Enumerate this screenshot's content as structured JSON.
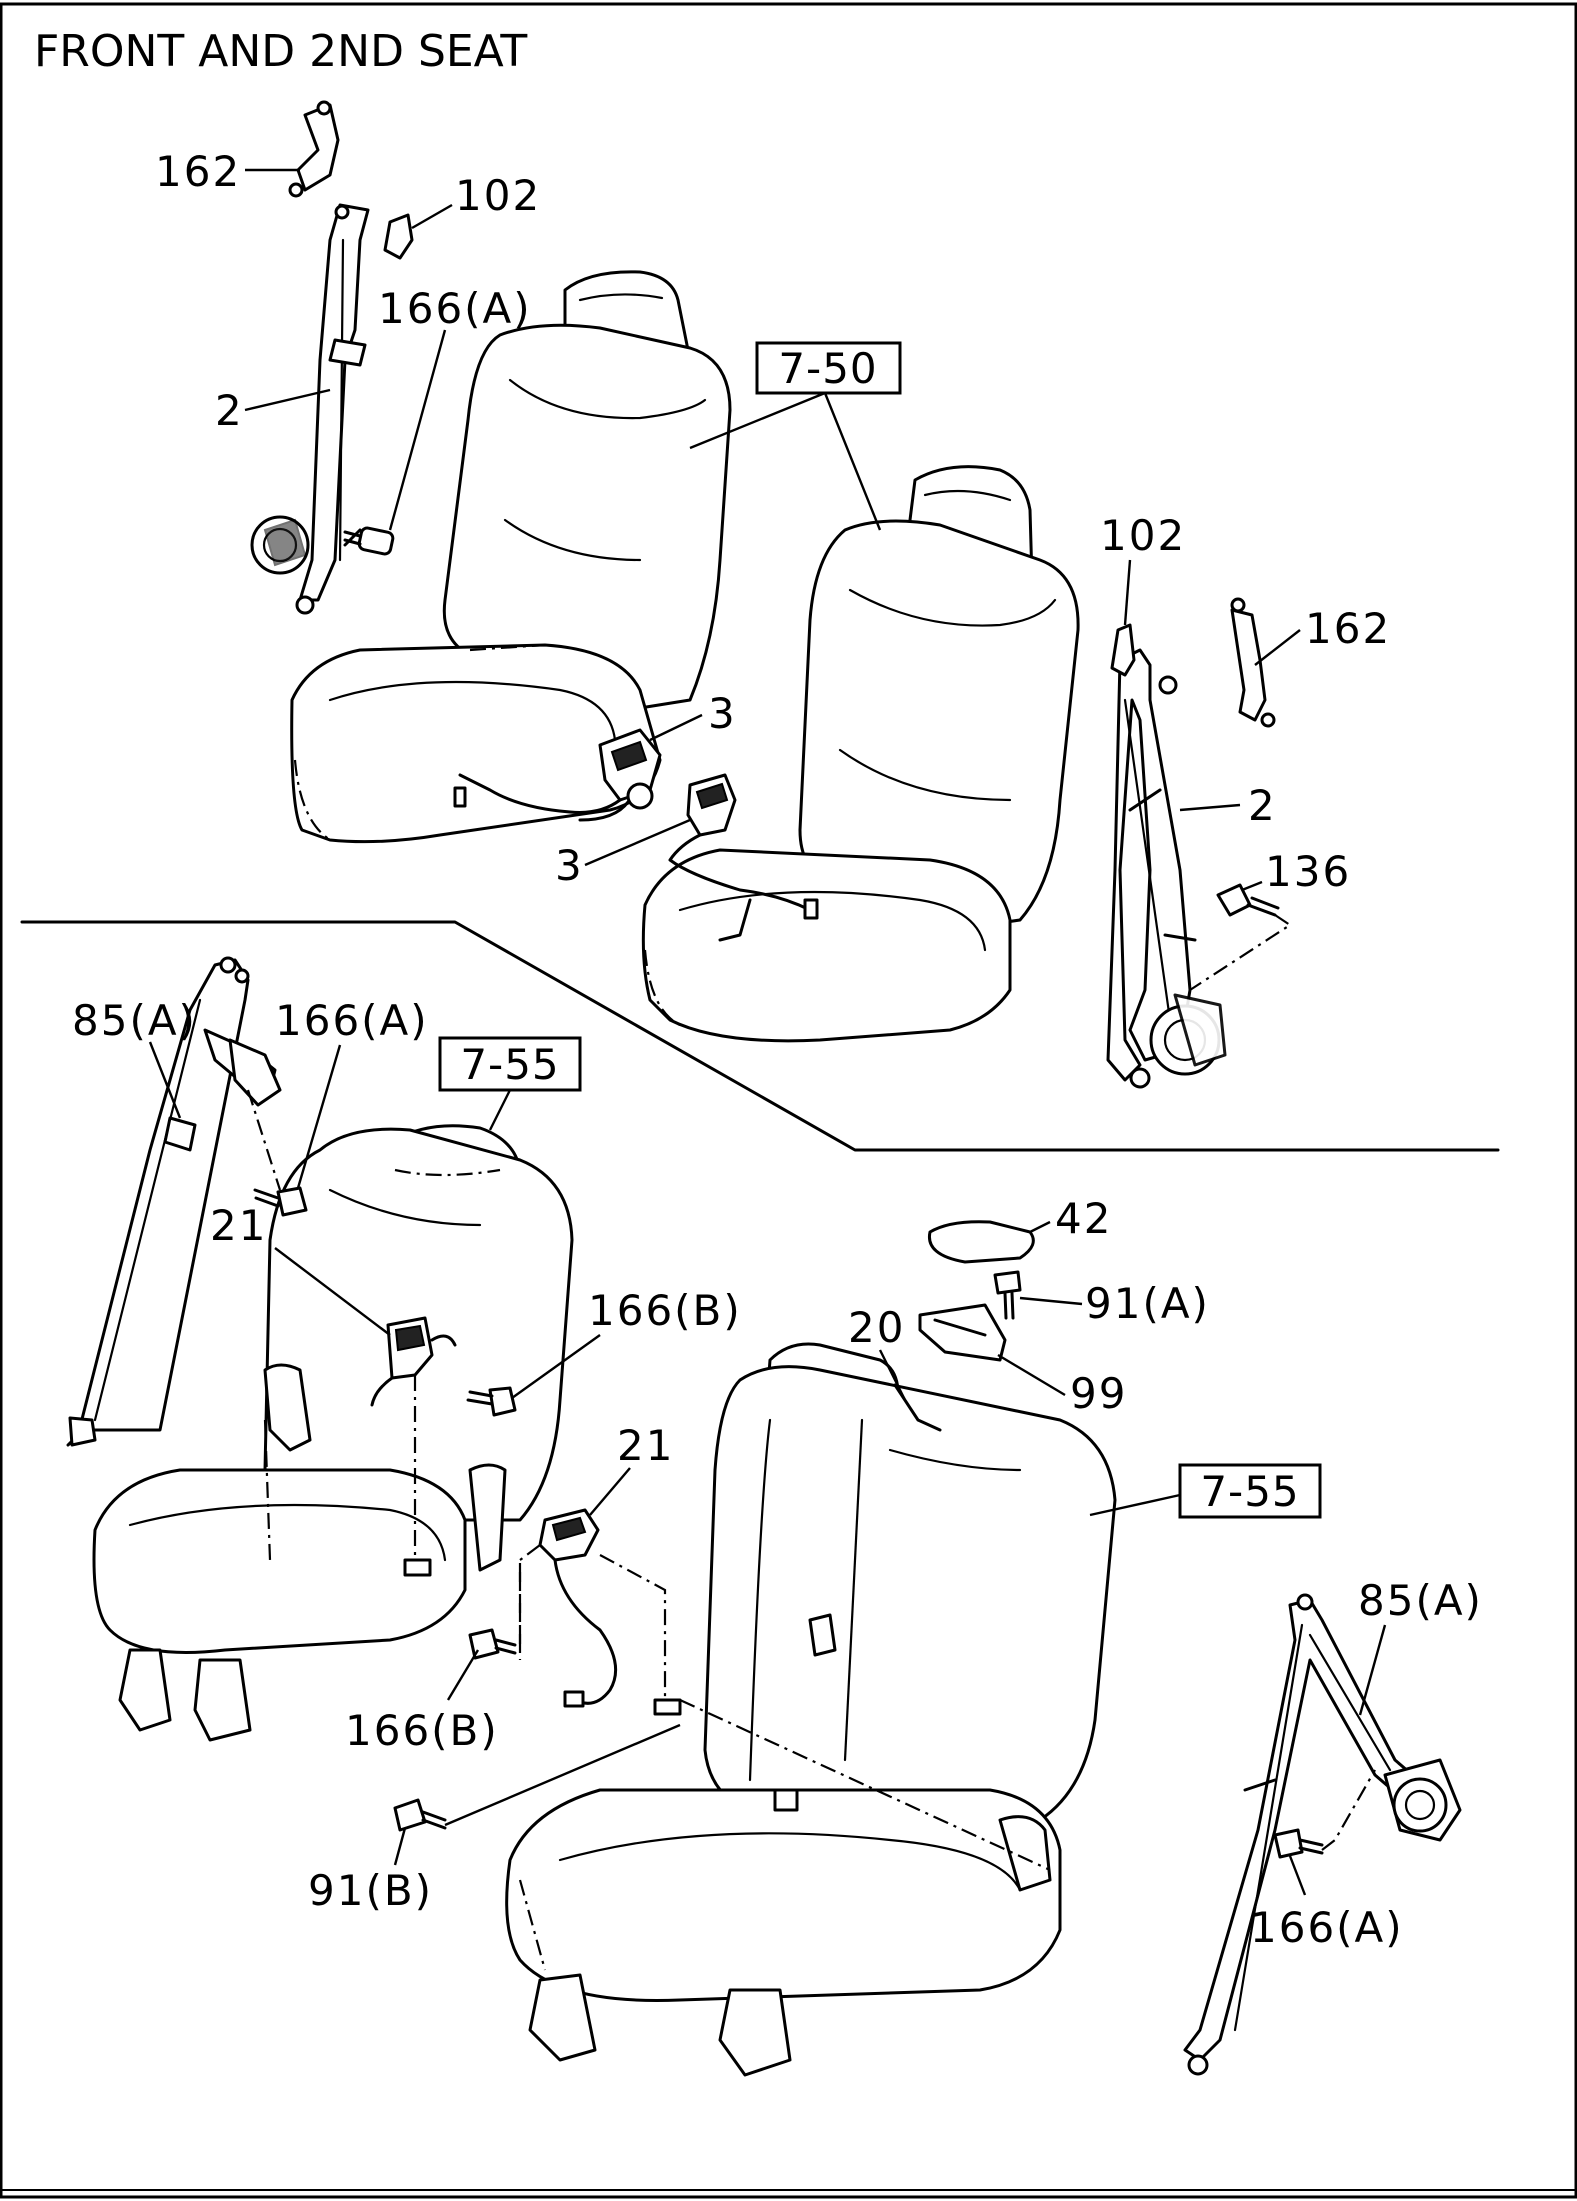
{
  "title": "FRONT AND 2ND SEAT",
  "reference_boxes": {
    "front_seats": "7-50",
    "second_left_seat": "7-55",
    "second_right_seat": "7-55"
  },
  "callouts": {
    "front_left_anchor": "162",
    "front_left_guide": "102",
    "front_left_bolt": "166(A)",
    "front_left_belt": "2",
    "front_left_buckle": "3",
    "front_right_buckle": "3",
    "front_right_guide": "102",
    "front_right_anchor": "162",
    "front_right_belt": "2",
    "front_right_bolt": "136",
    "rear_left_belt": "85(A)",
    "rear_left_bolt_upper": "166(A)",
    "rear_left_buckle": "21",
    "rear_left_buckle_bolt": "166(B)",
    "rear_cover": "42",
    "rear_cover_bolt": "91(A)",
    "rear_bracket": "20",
    "rear_bracket_plate": "99",
    "rear_right_buckle": "21",
    "rear_right_buckle_bolt": "166(B)",
    "rear_floor_bolt": "91(B)",
    "rear_right_belt": "85(A)",
    "rear_right_bolt": "166(A)"
  }
}
